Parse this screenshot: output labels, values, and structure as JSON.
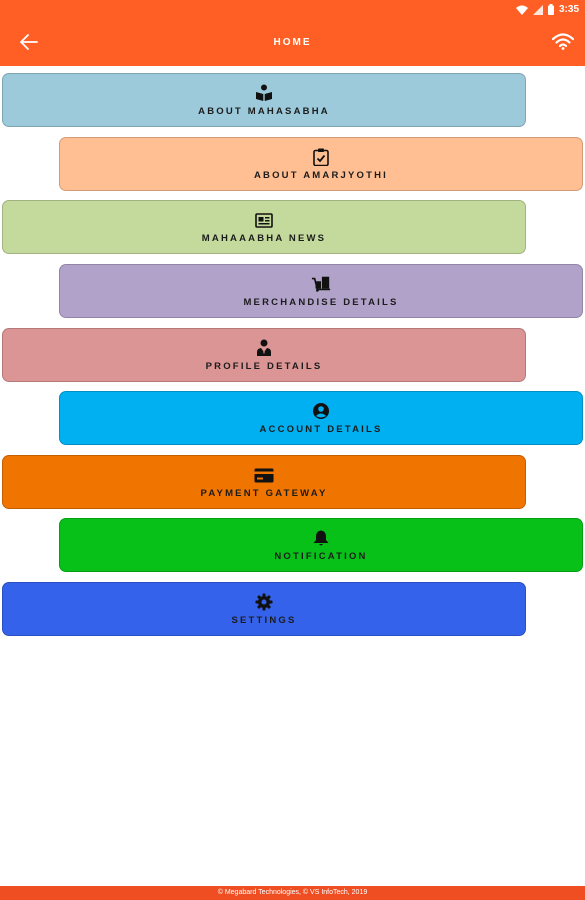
{
  "status_bar": {
    "time": "3:35"
  },
  "app_bar": {
    "title": "HOME"
  },
  "menu": [
    {
      "label": "ABOUT MAHASABHA",
      "icon": "book-reader-icon",
      "color": "#9ccadb"
    },
    {
      "label": "ABOUT AMARJYOTHI",
      "icon": "clipboard-check-icon",
      "color": "#ffbf93"
    },
    {
      "label": "MAHAAABHA NEWS",
      "icon": "newspaper-icon",
      "color": "#c4da9c"
    },
    {
      "label": "MERCHANDISE DETAILS",
      "icon": "dolly-boxes-icon",
      "color": "#b1a2c9"
    },
    {
      "label": "PROFILE DETAILS",
      "icon": "user-tie-icon",
      "color": "#db9594"
    },
    {
      "label": "ACCOUNT DETAILS",
      "icon": "user-circle-icon",
      "color": "#00b0f0"
    },
    {
      "label": "PAYMENT GATEWAY",
      "icon": "credit-card-icon",
      "color": "#f07400"
    },
    {
      "label": "NOTIFICATION",
      "icon": "bell-icon",
      "color": "#07c119"
    },
    {
      "label": "SETTINGS",
      "icon": "gear-icon",
      "color": "#3462ea"
    }
  ],
  "footer": {
    "text": "© Megabard Technologies, © VS InfoTech, 2019"
  }
}
